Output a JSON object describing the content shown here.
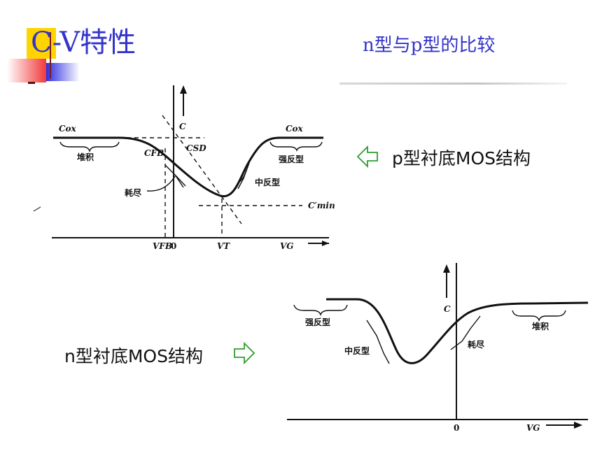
{
  "title": "C-V特性",
  "subtitle": "n型与p型的比较",
  "captions": {
    "p_type": "p型衬底MOS结构",
    "n_type": "n型衬底MOS结构"
  },
  "icons": {
    "p_arrow": "hollow-arrow-left-icon",
    "n_arrow": "hollow-arrow-right-icon"
  },
  "colors": {
    "title": "#3333cc",
    "arrow": "#2e9e2e",
    "accent_yellow": "#ffd400",
    "accent_red": "#f23a3a",
    "accent_blue": "#2e2ee0"
  },
  "diagram_p": {
    "c_ox_left": "Cox",
    "c_ox_right": "Cox",
    "c_axis": "C",
    "c_fb": "CFB",
    "c_sd": "CSD",
    "c_min": "C′min",
    "accumulation": "堆积",
    "depletion": "耗尽",
    "weak_inversion": "中反型",
    "strong_inversion": "强反型",
    "v_fb": "VFB",
    "zero": "0",
    "v_t": "VT",
    "v_g": "VG"
  },
  "diagram_n": {
    "c_axis": "C",
    "strong_inversion": "强反型",
    "weak_inversion": "中反型",
    "depletion": "耗尽",
    "accumulation": "堆积",
    "zero": "0",
    "v_g": "VG"
  }
}
